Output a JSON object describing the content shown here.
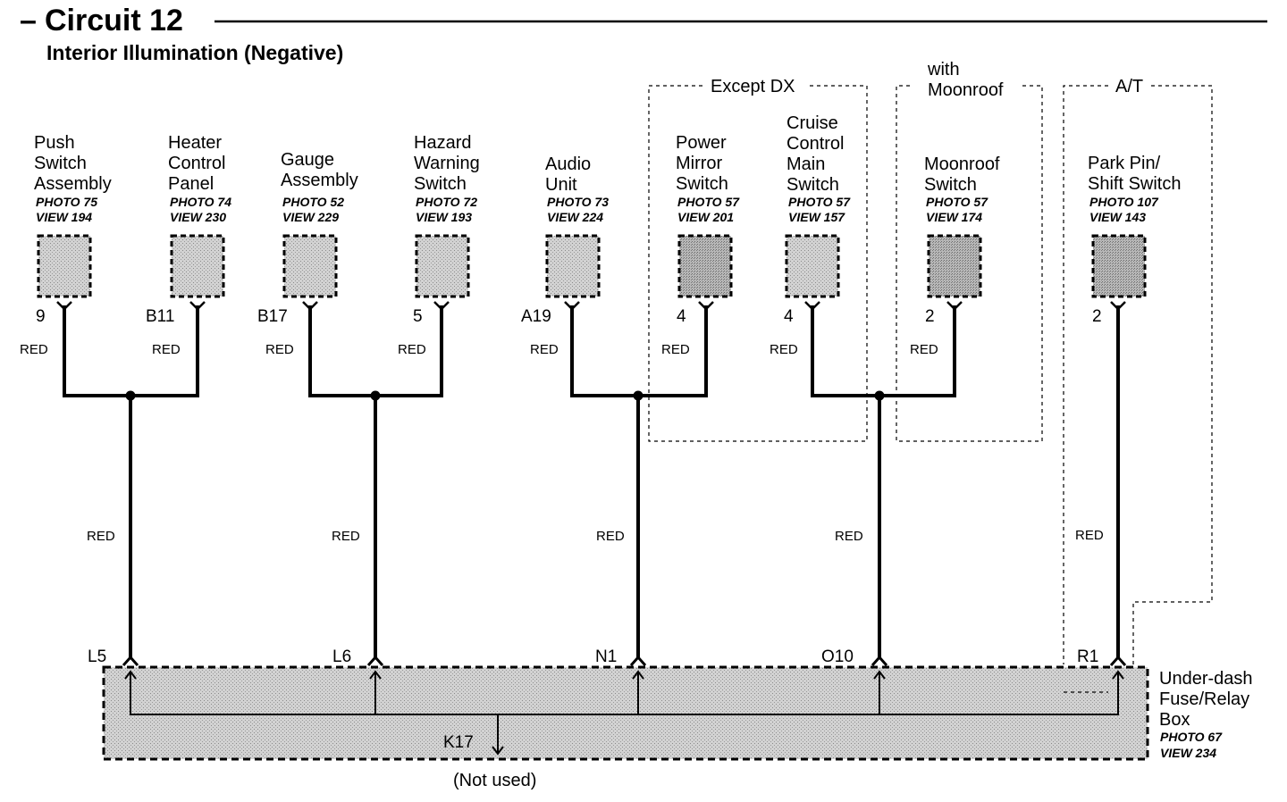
{
  "header": {
    "dash": "–",
    "title": "Circuit 12",
    "subtitle": "Interior Illumination (Negative)"
  },
  "zones": {
    "except_dx": "Except DX",
    "moonroof": [
      "with",
      "Moonroof"
    ],
    "at": "A/T"
  },
  "components": [
    {
      "id": "push",
      "name": [
        "Push",
        "Switch",
        "Assembly"
      ],
      "photo": "PHOTO 75",
      "view": "VIEW 194",
      "pin": "9",
      "wire": "RED"
    },
    {
      "id": "heater",
      "name": [
        "Heater",
        "Control",
        "Panel"
      ],
      "photo": "PHOTO 74",
      "view": "VIEW 230",
      "pin": "B11",
      "wire": "RED"
    },
    {
      "id": "gauge",
      "name": [
        "Gauge",
        "Assembly"
      ],
      "photo": "PHOTO 52",
      "view": "VIEW 229",
      "pin": "B17",
      "wire": "RED"
    },
    {
      "id": "hazard",
      "name": [
        "Hazard",
        "Warning",
        "Switch"
      ],
      "photo": "PHOTO 72",
      "view": "VIEW 193",
      "pin": "5",
      "wire": "RED"
    },
    {
      "id": "audio",
      "name": [
        "Audio",
        "Unit"
      ],
      "photo": "PHOTO 73",
      "view": "VIEW 224",
      "pin": "A19",
      "wire": "RED"
    },
    {
      "id": "mirror",
      "name": [
        "Power",
        "Mirror",
        "Switch"
      ],
      "photo": "PHOTO 57",
      "view": "VIEW 201",
      "pin": "4",
      "wire": "RED"
    },
    {
      "id": "cruise",
      "name": [
        "Cruise",
        "Control",
        "Main",
        "Switch"
      ],
      "photo": "PHOTO 57",
      "view": "VIEW 157",
      "pin": "4",
      "wire": "RED"
    },
    {
      "id": "moonroof",
      "name": [
        "Moonroof",
        "Switch"
      ],
      "photo": "PHOTO 57",
      "view": "VIEW 174",
      "pin": "2",
      "wire": "RED"
    },
    {
      "id": "park",
      "name": [
        "Park Pin/",
        "Shift Switch"
      ],
      "photo": "PHOTO 107",
      "view": "VIEW 143",
      "pin": "2",
      "wire": "RED"
    }
  ],
  "trunks": [
    {
      "id": "L5",
      "wire": "RED",
      "terminal": "L5"
    },
    {
      "id": "L6",
      "wire": "RED",
      "terminal": "L6"
    },
    {
      "id": "N1",
      "wire": "RED",
      "terminal": "N1"
    },
    {
      "id": "O10",
      "wire": "RED",
      "terminal": "O10"
    },
    {
      "id": "R1",
      "wire": "RED",
      "terminal": "R1"
    }
  ],
  "fuse_box": {
    "name": [
      "Under-dash",
      "Fuse/Relay",
      "Box"
    ],
    "photo": "PHOTO 67",
    "view": "VIEW 234",
    "unused_terminal": "K17",
    "unused_note": "(Not used)"
  }
}
